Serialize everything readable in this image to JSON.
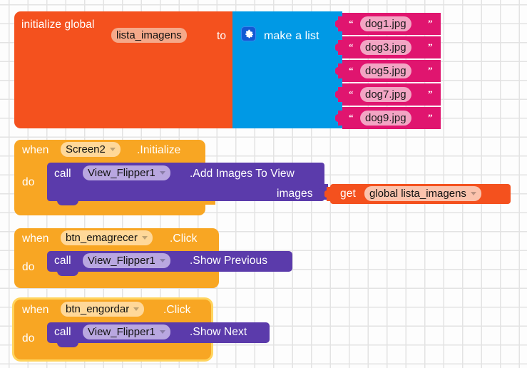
{
  "app": {
    "name": "MIT App Inventor Blocks Editor",
    "background": "#fdfdfd",
    "grid_color": "#e3e3e3"
  },
  "colors": {
    "variable_orange": "#f4511e",
    "list_blue": "#0099e5",
    "text_pink": "#e0156f",
    "event_yellow": "#f8a623",
    "method_purple": "#5b3bab",
    "selection_highlight": "#ffd45e"
  },
  "blocks": [
    {
      "id": "init-global",
      "type": "variable-definition",
      "color": "#f4511e",
      "keyword_prefix": "initialize global",
      "variable_name": "lista_imagens",
      "keyword_suffix": "to",
      "value": {
        "id": "make-a-list",
        "type": "list-create",
        "color": "#0099e5",
        "mutator_icon": "gear-icon",
        "label": "make a list",
        "items": [
          {
            "type": "text",
            "color": "#e0156f",
            "open_quote": "“",
            "value": "dog1.jpg",
            "close_quote": "”"
          },
          {
            "type": "text",
            "color": "#e0156f",
            "open_quote": "“",
            "value": "dog3.jpg",
            "close_quote": "”"
          },
          {
            "type": "text",
            "color": "#e0156f",
            "open_quote": "“",
            "value": "dog5.jpg",
            "close_quote": "”"
          },
          {
            "type": "text",
            "color": "#e0156f",
            "open_quote": "“",
            "value": "dog7.jpg",
            "close_quote": "”"
          },
          {
            "type": "text",
            "color": "#e0156f",
            "open_quote": "“",
            "value": "dog9.jpg",
            "close_quote": "”"
          }
        ]
      }
    },
    {
      "id": "when-screen2-initialize",
      "type": "event-handler",
      "color": "#f8a623",
      "selected": false,
      "when_label": "when",
      "component": "Screen2",
      "event": ".Initialize",
      "do_label": "do",
      "body": {
        "id": "call-add-images-to-view",
        "type": "method-call",
        "color": "#5b3bab",
        "call_label": "call",
        "component": "View_Flipper1",
        "method": ".Add Images To View",
        "param_label": "images",
        "param_value": {
          "id": "get-global-lista-imagens",
          "type": "variable-get",
          "color": "#f4511e",
          "get_label": "get",
          "variable": "global lista_imagens"
        }
      }
    },
    {
      "id": "when-btn-emagrecer-click",
      "type": "event-handler",
      "color": "#f8a623",
      "selected": false,
      "when_label": "when",
      "component": "btn_emagrecer",
      "event": ".Click",
      "do_label": "do",
      "body": {
        "id": "call-show-previous",
        "type": "method-call",
        "color": "#5b3bab",
        "call_label": "call",
        "component": "View_Flipper1",
        "method": ".Show Previous"
      }
    },
    {
      "id": "when-btn-engordar-click",
      "type": "event-handler",
      "color": "#f8a623",
      "selected": true,
      "when_label": "when",
      "component": "btn_engordar",
      "event": ".Click",
      "do_label": "do",
      "body": {
        "id": "call-show-next",
        "type": "method-call",
        "color": "#5b3bab",
        "call_label": "call",
        "component": "View_Flipper1",
        "method": ".Show Next"
      }
    }
  ]
}
